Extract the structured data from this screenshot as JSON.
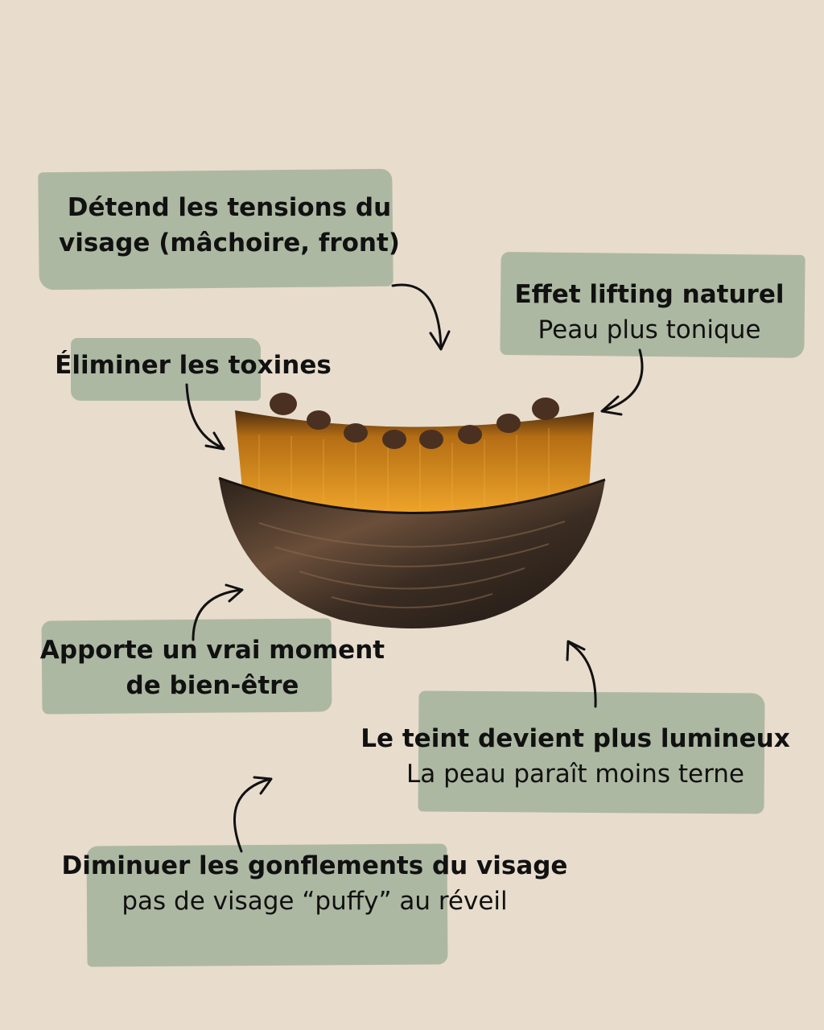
{
  "labels": {
    "tensions": {
      "line1": "Détend les tensions du",
      "line2": "visage (mâchoire, front)"
    },
    "lifting": {
      "title": "Effet lifting naturel",
      "sub": "Peau plus tonique"
    },
    "toxines": {
      "title": "Éliminer les toxines"
    },
    "moment": {
      "line1": "Apporte un vrai moment",
      "line2": "de bien-être"
    },
    "teint": {
      "title": "Le teint devient plus lumineux",
      "sub": "La peau paraît moins terne"
    },
    "gonflements": {
      "title": "Diminuer les gonflements du visage",
      "sub": "pas de visage “puffy” au réveil"
    }
  },
  "colors": {
    "background": "#e8dccd",
    "swatch": "#aab59f",
    "text": "#111111",
    "wood_dark": "#3a2c22",
    "wood_light": "#7a5a40",
    "bristle": "#d9961c"
  },
  "icons": [
    "curved-arrow-icon",
    "facial-brush-image"
  ]
}
